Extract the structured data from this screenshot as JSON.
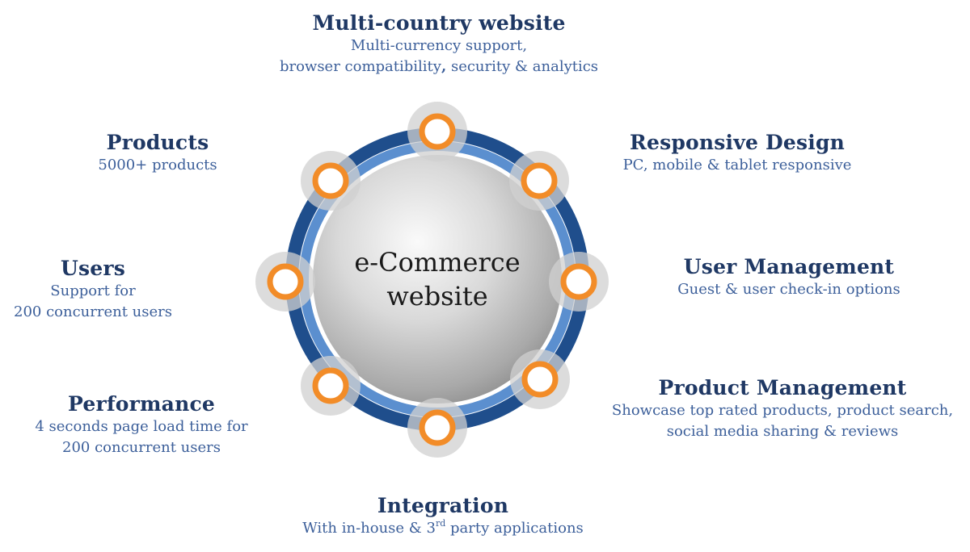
{
  "center": {
    "line1": "e-Commerce",
    "line2": "website"
  },
  "colors": {
    "title": "#1f3864",
    "text": "#3c5f9a",
    "ring_dark": "#1f4e8c",
    "ring_light": "#5b8fcf",
    "node_orange": "#f28c28"
  },
  "features": {
    "multi_country": {
      "title": "Multi-country website",
      "line1": "Multi-currency support,",
      "line2_a": "browser compatibility",
      "line2_comma": ",",
      "line2_b": " security & analytics"
    },
    "responsive": {
      "title": "Responsive Design",
      "line1": "PC, mobile & tablet responsive"
    },
    "user_mgmt": {
      "title": "User Management",
      "line1": "Guest & user check-in options"
    },
    "product_mgmt": {
      "title": "Product Management",
      "line1": "Showcase top rated products, product search,",
      "line2": "social media sharing & reviews"
    },
    "integration": {
      "title": "Integration",
      "line1_a": "With in-house & 3",
      "line1_sup": "rd",
      "line1_b": " party applications"
    },
    "performance": {
      "title": "Performance",
      "line1": "4 seconds page load time for",
      "line2": "200 concurrent users"
    },
    "users": {
      "title": "Users",
      "line1": "Support for",
      "line2": "200 concurrent users"
    },
    "products": {
      "title": "Products",
      "line1": "5000+ products"
    }
  }
}
